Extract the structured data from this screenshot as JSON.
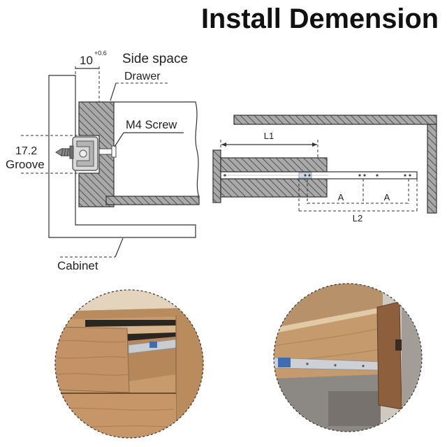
{
  "title": "Install Demension",
  "left_diagram": {
    "side_gap": "10",
    "side_gap_tolerance": "+0.6",
    "side_space_label": "Side space",
    "drawer_label": "Drawer",
    "screw_label": "M4 Screw",
    "groove_value": "17.2",
    "groove_label": "Groove",
    "cabinet_label": "Cabinet"
  },
  "right_diagram": {
    "l1_label": "L1",
    "a_label_1": "A",
    "a_label_2": "A",
    "l2_label": "L2"
  },
  "colors": {
    "line": "#333333",
    "hatch_fill": "#a9a9a9",
    "wood": "#c89b6d",
    "rail_blue": "#3e6db3"
  }
}
